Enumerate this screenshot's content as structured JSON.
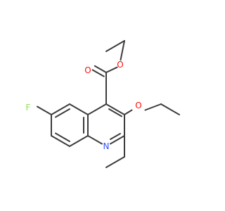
{
  "molecule": {
    "atoms": [
      {
        "symbol": "O",
        "color": "#ff0d0d"
      },
      {
        "symbol": "O",
        "color": "#ff0d0d"
      },
      {
        "symbol": "O",
        "color": "#ff0d0d"
      },
      {
        "symbol": "F",
        "color": "#90e050"
      },
      {
        "symbol": "N",
        "color": "#3050f8"
      }
    ],
    "bond_color": "#3c3c3c"
  }
}
